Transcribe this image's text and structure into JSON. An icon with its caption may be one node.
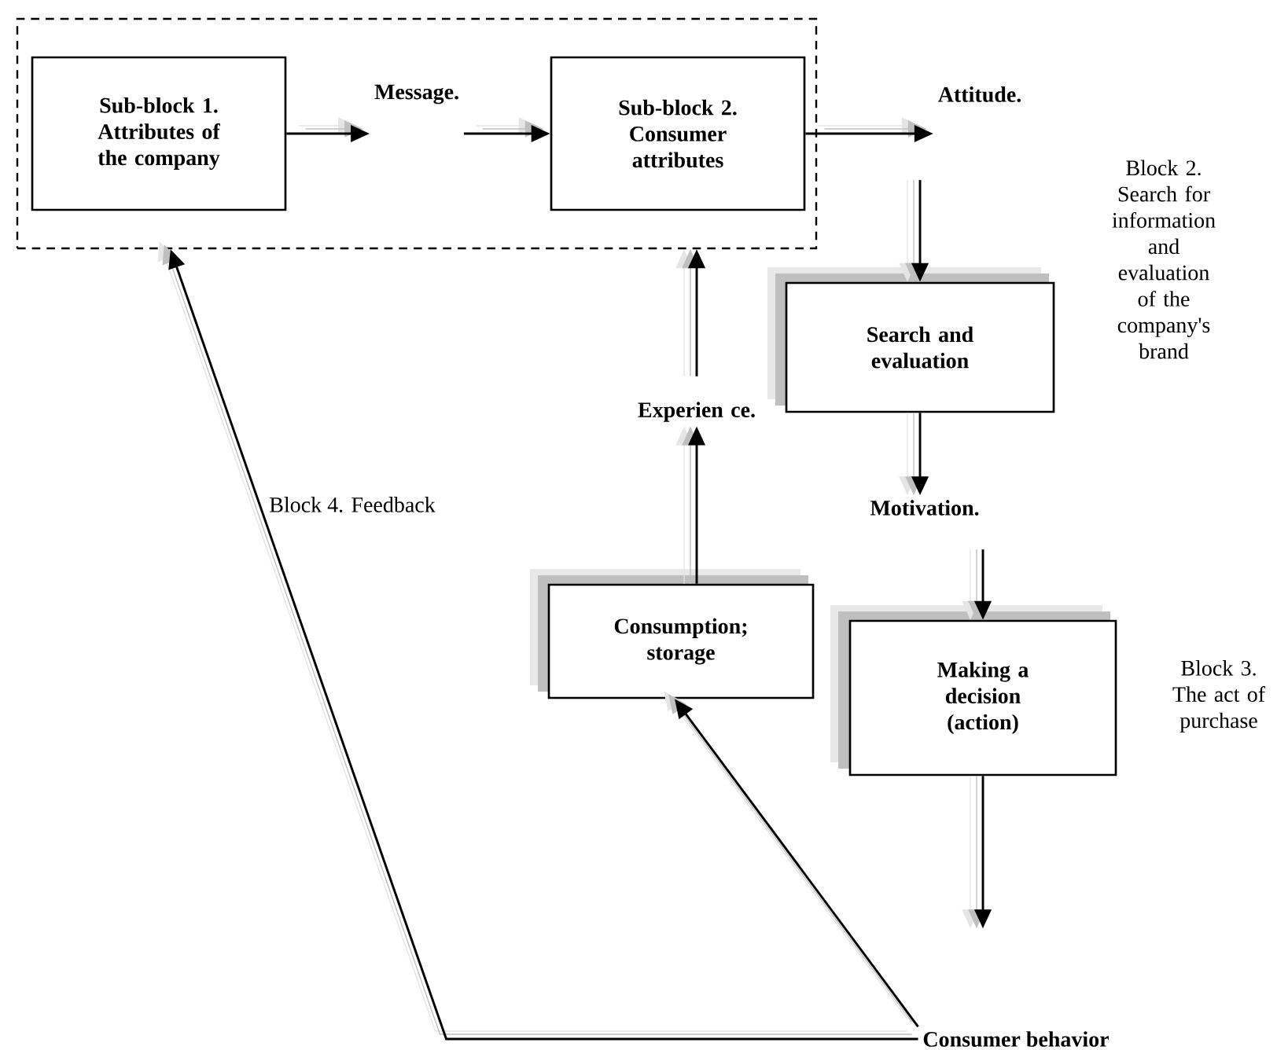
{
  "diagram": {
    "nodes": [
      {
        "text": [],
        "shape": "box"
      },
      {
        "text": [
          "Sub-block 1. Attributes of the company"
        ],
        "in": 0
      },
      {
        "text": [
          "Message."
        ],
        "in": 0
      },
      {
        "text": [
          "Sub-block 2. Consumer attributes"
        ],
        "in": 0
      },
      {
        "text": [
          "Attitude."
        ]
      },
      {
        "text": [
          "Search and evaluation"
        ],
        "beside": [
          "Block 2. Search for information and evaluation of the company's brand"
        ]
      },
      {
        "text": [
          "Motivation."
        ]
      },
      {
        "text": [
          "Making a decision (action)"
        ],
        "beside": [
          "Block 3. The act of purchase"
        ]
      },
      {
        "text": [
          "Experien ce."
        ]
      },
      {
        "text": [
          "Consumption; storage"
        ]
      },
      {
        "text": [
          "Consumer behavior"
        ]
      }
    ],
    "edges": [
      {
        "from": 1,
        "to": 2,
        "arrow": "to"
      },
      {
        "from": 2,
        "to": 3,
        "arrow": "to"
      },
      {
        "from": 3,
        "to": 4,
        "arrow": "to"
      },
      {
        "from": 4,
        "to": 5,
        "arrow": "to"
      },
      {
        "from": 5,
        "to": 6,
        "arrow": "to"
      },
      {
        "from": 6,
        "to": 7,
        "arrow": "to"
      },
      {
        "from": 7,
        "to": null,
        "arrow": "to"
      },
      {
        "from": 9,
        "to": 8,
        "arrow": "to"
      },
      {
        "from": 8,
        "to": 0,
        "arrow": "to"
      },
      {
        "from": 10,
        "to": 9,
        "arrow": "to"
      },
      {
        "from": 10,
        "to": 0,
        "arrow": "to"
      }
    ],
    "labels": [
      "Block 4. Feedback"
    ]
  }
}
